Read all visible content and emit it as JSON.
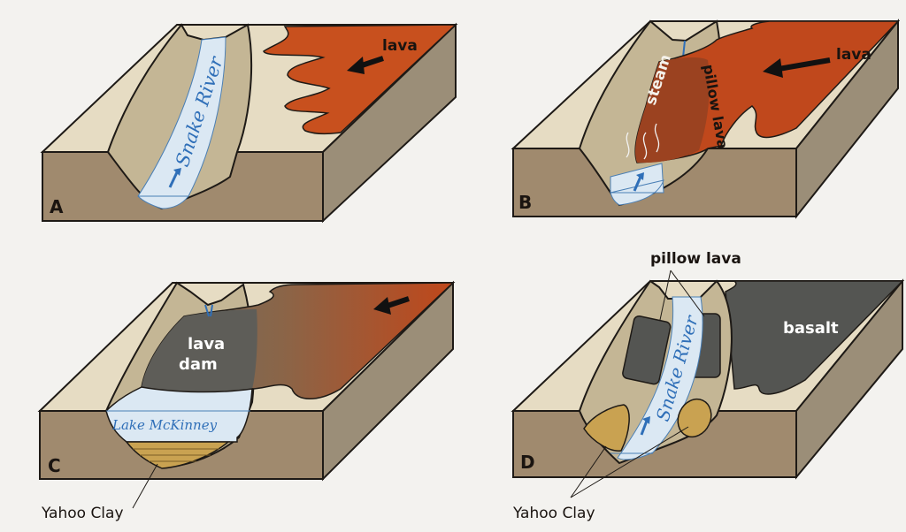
{
  "figure": {
    "description": "Four block diagrams showing lava damming the Snake River",
    "colors": {
      "background": "#f3f2ef",
      "block_front": "#a08a6e",
      "block_top": "#e6dcc3",
      "canyon_wall": "#c4b695",
      "block_side": "#9b8e78",
      "river": "#dbe8f3",
      "river_text": "#2f6fb8",
      "lava": "#c8501e",
      "lava_brown": "#8e5a3a",
      "basalt": "#545552",
      "clay": "#c9a251",
      "outline": "#1e1a16"
    },
    "panels": [
      {
        "letter": "A",
        "labels": {
          "river": "Snake River",
          "lava": "lava"
        }
      },
      {
        "letter": "B",
        "labels": {
          "lava": "lava",
          "steam": "steam",
          "pillow_lava": "pillow lava"
        }
      },
      {
        "letter": "C",
        "labels": {
          "lava_dam_line1": "lava",
          "lava_dam_line2": "dam",
          "lake": "Lake McKinney",
          "clay": "Yahoo Clay"
        }
      },
      {
        "letter": "D",
        "labels": {
          "pillow_lava": "pillow lava",
          "basalt": "basalt",
          "river": "Snake River",
          "clay": "Yahoo Clay"
        }
      }
    ]
  }
}
